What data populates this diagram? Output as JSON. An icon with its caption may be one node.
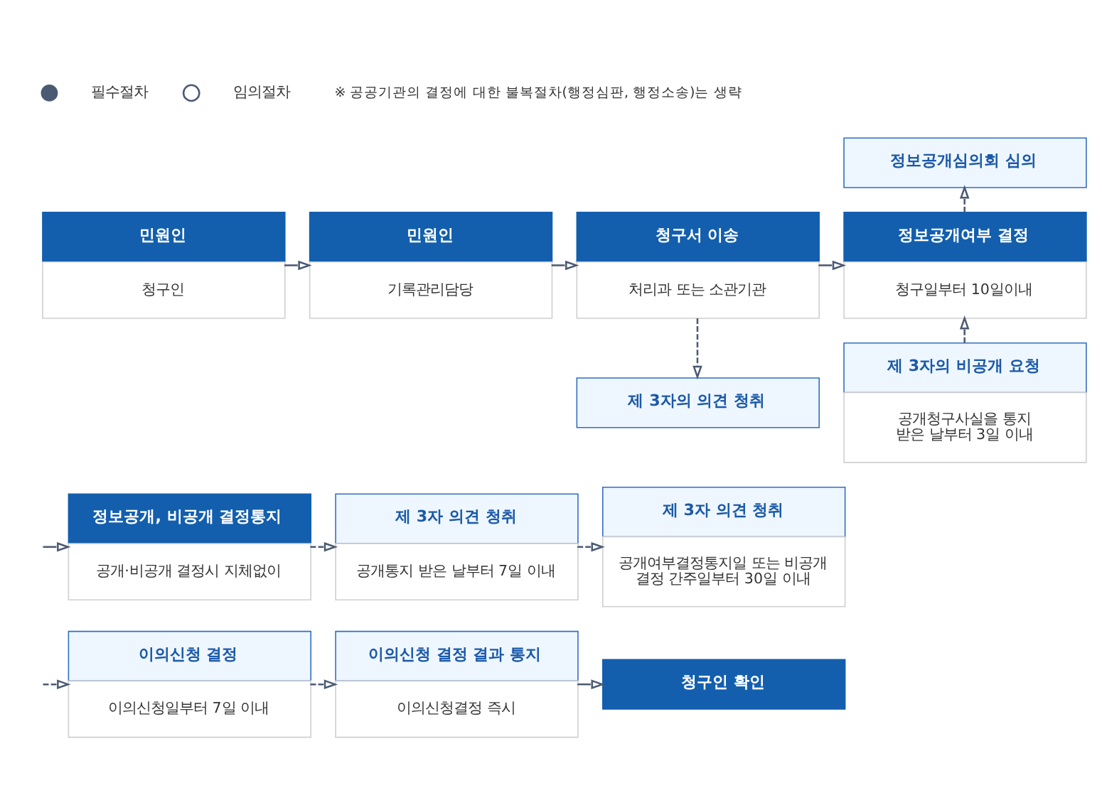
{
  "diagram": {
    "nodes": [
      {
        "text": [
          "민원인",
          "청구인"
        ]
      },
      {
        "text": [
          "민원인",
          "기록관리담당"
        ]
      },
      {
        "text": [
          "청구서 이송",
          "처리과 또는 소관기관"
        ]
      },
      {
        "text": [
          "정보공개여부 결정",
          "청구일부터 10일이내"
        ]
      },
      {
        "text": [
          "정보공개심의회 심의"
        ]
      },
      {
        "text": [
          "제 3자의 의견 청취"
        ]
      },
      {
        "text": [
          "제 3자의 비공개 요청",
          "공개청구사실을 통지 받은 날부터 3일 이내"
        ]
      },
      {
        "text": [
          "정보공개, 비공개 결정통지",
          "공개·비공개 결정시 지체없이"
        ]
      },
      {
        "text": [
          "제 3자 의견 청취",
          "공개통지 받은 날부터 7일 이내"
        ]
      },
      {
        "text": [
          "제 3자 의견 청취",
          "공개여부결정통지일 또는 비공개 결정 간주일부터 30일 이내"
        ]
      },
      {
        "text": [
          "이의신청 결정",
          "이의신청일부터 7일 이내"
        ]
      },
      {
        "text": [
          "이의신청 결정 결과 통지",
          "이의신청결정 즉시"
        ]
      },
      {
        "text": [
          "청구인 확인"
        ]
      }
    ],
    "edges": [
      {
        "from": 0,
        "to": 1,
        "arrow": "to"
      },
      {
        "from": 1,
        "to": 2,
        "arrow": "to"
      },
      {
        "from": 2,
        "to": 3,
        "arrow": "to"
      },
      {
        "from": 3,
        "to": 4,
        "arrow": "to",
        "style": "dashed"
      },
      {
        "from": 2,
        "to": 5,
        "arrow": "to",
        "style": "dashed"
      },
      {
        "from": 6,
        "to": 3,
        "arrow": "to",
        "style": "dashed"
      },
      {
        "from": null,
        "to": 7,
        "arrow": "to"
      },
      {
        "from": 7,
        "to": 8,
        "arrow": "to",
        "style": "dashed"
      },
      {
        "from": 8,
        "to": 9,
        "arrow": "to",
        "style": "dashed"
      },
      {
        "from": null,
        "to": 10,
        "arrow": "to",
        "style": "dashed"
      },
      {
        "from": 10,
        "to": 11,
        "arrow": "to",
        "style": "dashed"
      },
      {
        "from": 11,
        "to": 12,
        "arrow": "to"
      }
    ],
    "labels": [
      "※ 공공기관의 결정에 대한 불복절차(행정심판, 행정소송)는 생략"
    ],
    "legend": [
      {
        "text": "필수절차"
      },
      {
        "text": "임의절차"
      }
    ]
  }
}
